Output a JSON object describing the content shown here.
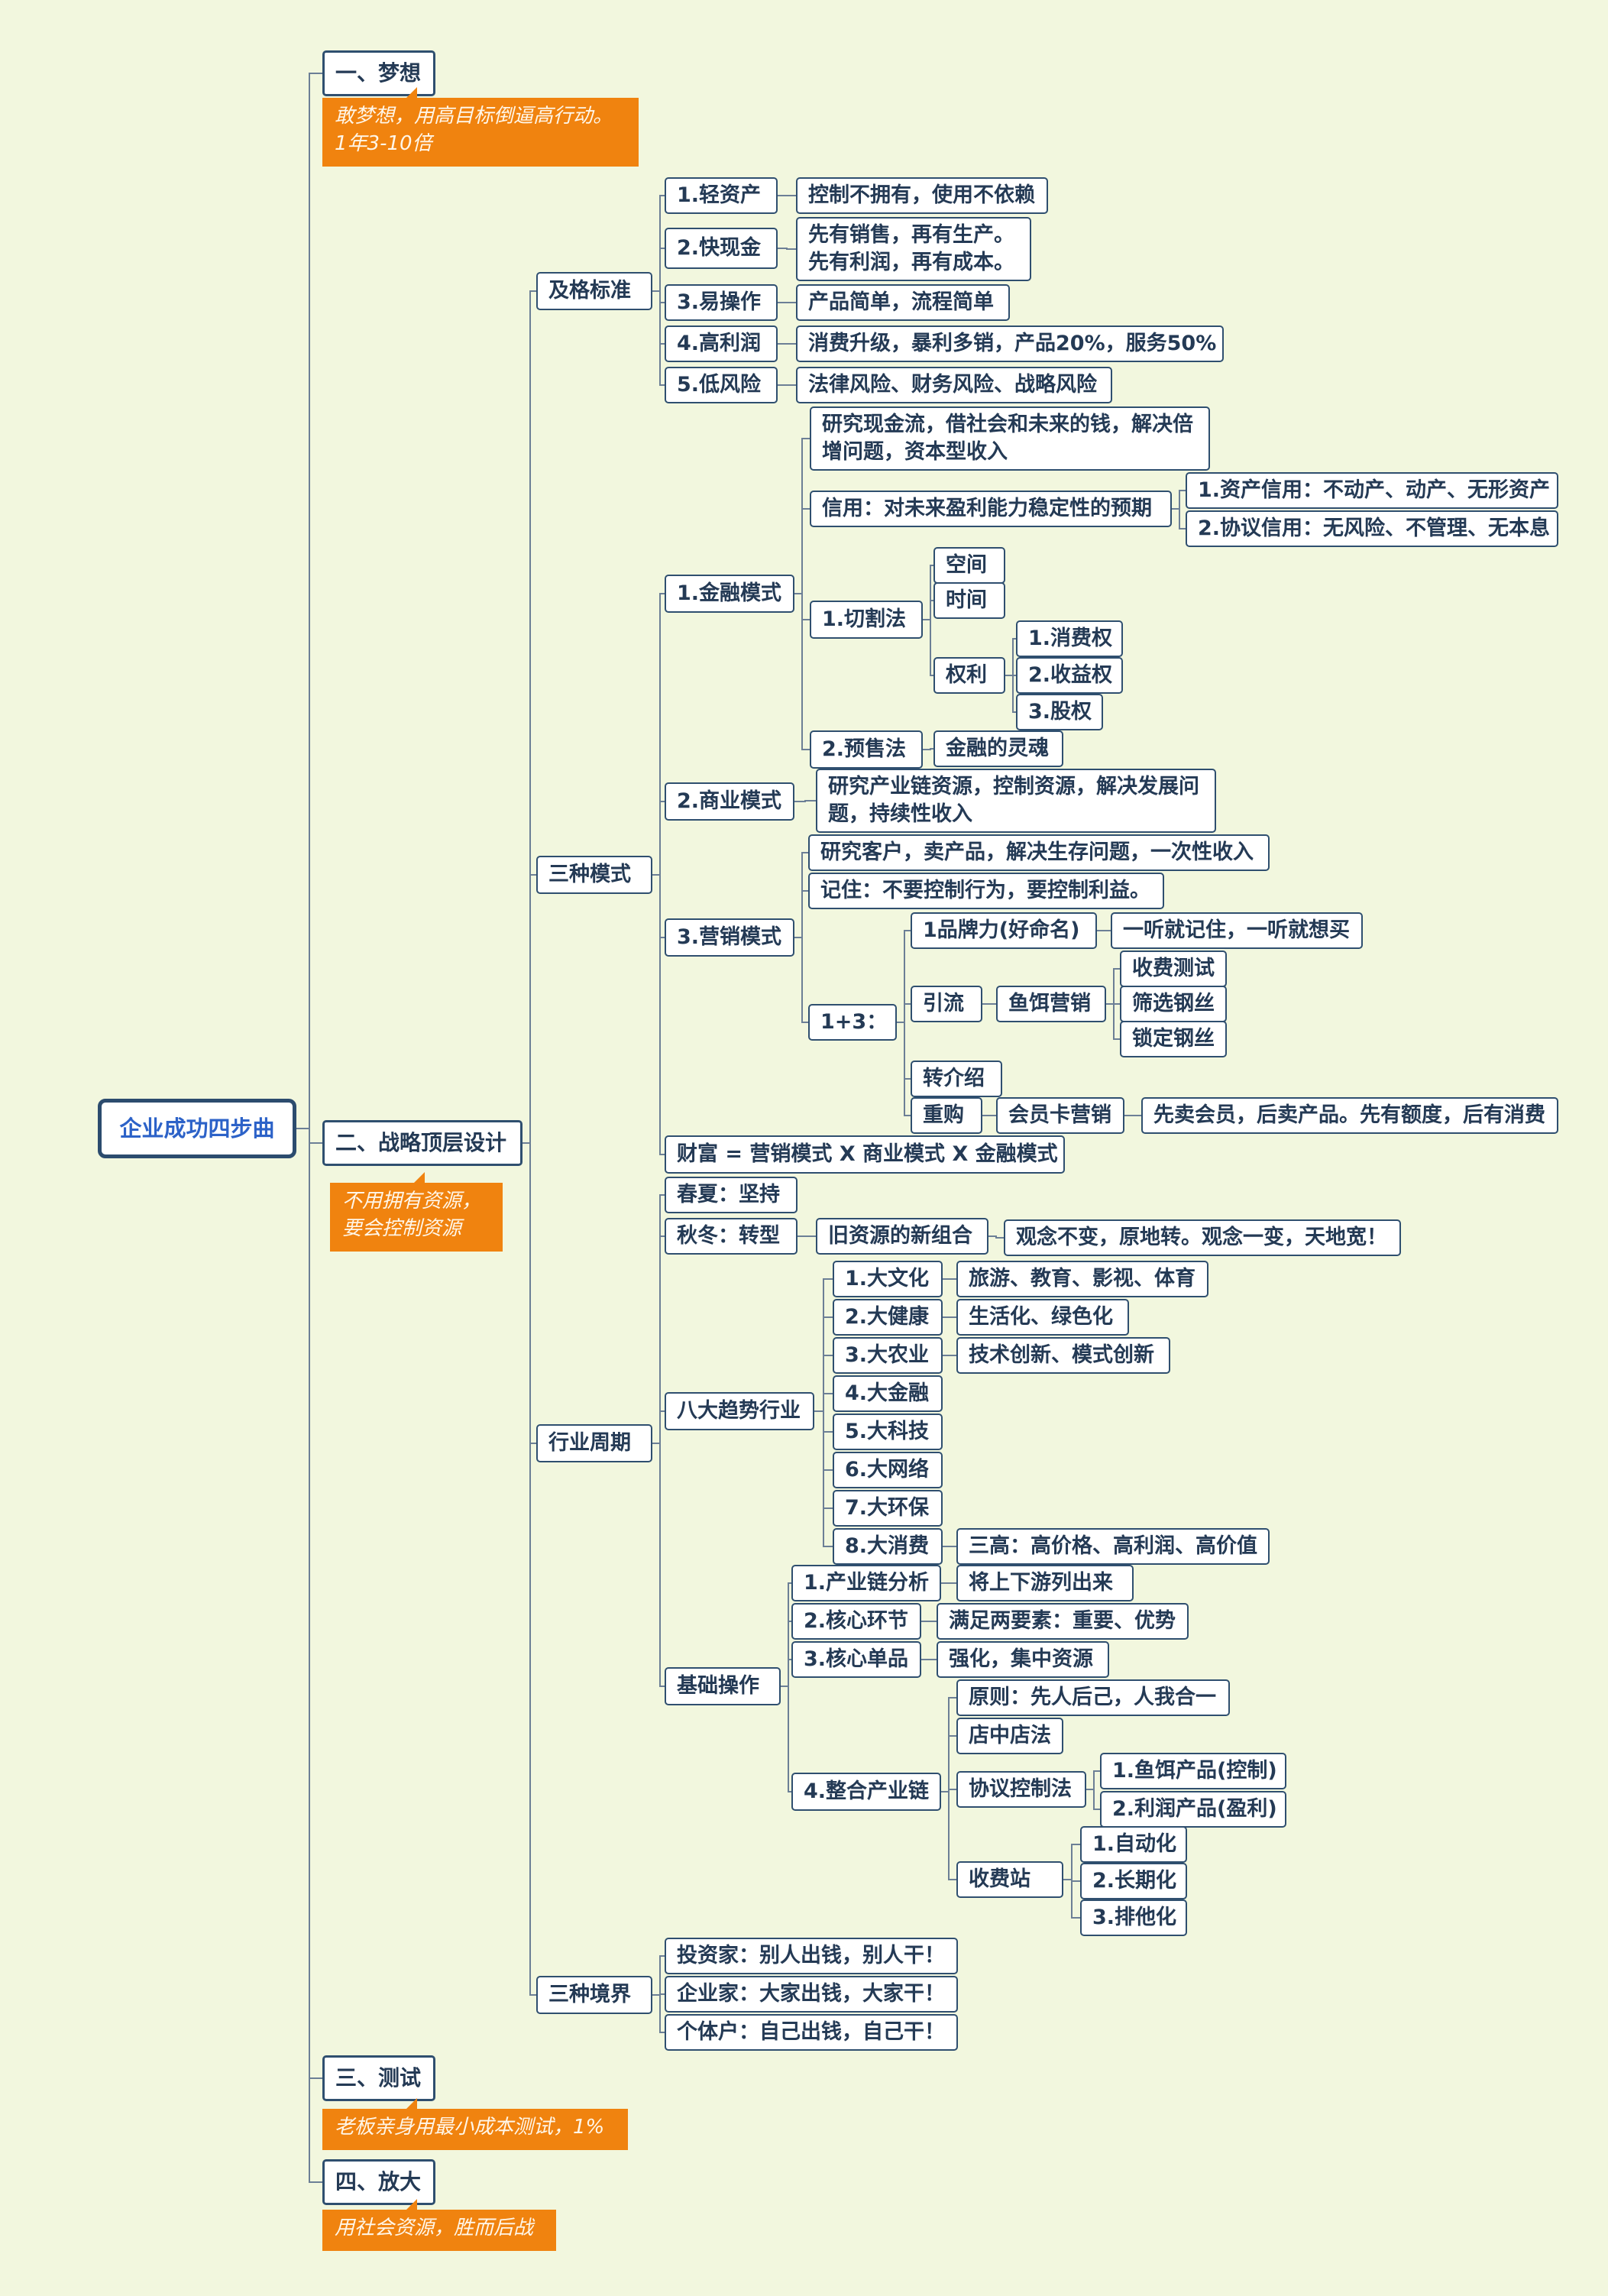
{
  "colors": {
    "background": "#f2f7de",
    "node_border": "#2f4f6f",
    "node_text": "#243a55",
    "root_text": "#2c62c8",
    "note_fill": "#f0830f",
    "line": "#6c7f96"
  },
  "nodes": [
    {
      "id": "root",
      "text": "企业成功四步曲"
    },
    {
      "id": "step1",
      "text": "一、梦想"
    },
    {
      "id": "note1",
      "text": "敢梦想，用高目标倒逼高行动。\n1年3-10倍"
    },
    {
      "id": "step2",
      "text": "二、战略顶层设计"
    },
    {
      "id": "note2",
      "text": "不用拥有资源，\n要会控制资源"
    },
    {
      "id": "step3",
      "text": "三、测试"
    },
    {
      "id": "note3",
      "text": "老板亲身用最小成本测试，1%"
    },
    {
      "id": "step4",
      "text": "四、放大"
    },
    {
      "id": "note4",
      "text": "用社会资源，胜而后战"
    },
    {
      "id": "qualified",
      "text": "及格标准"
    },
    {
      "id": "q1",
      "text": "1.轻资产"
    },
    {
      "id": "q1a",
      "text": "控制不拥有，使用不依赖"
    },
    {
      "id": "q2",
      "text": "2.快现金"
    },
    {
      "id": "q2a",
      "text": "先有销售，再有生产。\n先有利润，再有成本。"
    },
    {
      "id": "q3",
      "text": "3.易操作"
    },
    {
      "id": "q3a",
      "text": "产品简单，流程简单"
    },
    {
      "id": "q4",
      "text": "4.高利润"
    },
    {
      "id": "q4a",
      "text": "消费升级，暴利多销，产品20%，服务50%"
    },
    {
      "id": "q5",
      "text": "5.低风险"
    },
    {
      "id": "q5a",
      "text": "法律风险、财务风险、战略风险"
    },
    {
      "id": "modes",
      "text": "三种模式"
    },
    {
      "id": "fin",
      "text": "1.金融模式"
    },
    {
      "id": "fin_a",
      "text": "研究现金流，借社会和未来的钱，解决倍\n增问题，资本型收入"
    },
    {
      "id": "credit",
      "text": "信用：对未来盈利能力稳定性的预期"
    },
    {
      "id": "credit1",
      "text": "1.资产信用：不动产、动产、无形资产"
    },
    {
      "id": "credit2",
      "text": "2.协议信用：无风险、不管理、无本息"
    },
    {
      "id": "cut",
      "text": "1.切割法"
    },
    {
      "id": "space",
      "text": "空间"
    },
    {
      "id": "time",
      "text": "时间"
    },
    {
      "id": "rights",
      "text": "权利"
    },
    {
      "id": "r1",
      "text": "1.消费权"
    },
    {
      "id": "r2",
      "text": "2.收益权"
    },
    {
      "id": "r3",
      "text": "3.股权"
    },
    {
      "id": "presale",
      "text": "2.预售法"
    },
    {
      "id": "presale_a",
      "text": "金融的灵魂"
    },
    {
      "id": "biz",
      "text": "2.商业模式"
    },
    {
      "id": "biz_a",
      "text": "研究产业链资源，控制资源，解决发展问\n题，持续性收入"
    },
    {
      "id": "mkt",
      "text": "3.营销模式"
    },
    {
      "id": "mkt_a",
      "text": "研究客户，卖产品，解决生存问题，一次性收入"
    },
    {
      "id": "mkt_b",
      "text": "记住：不要控制行为，要控制利益。"
    },
    {
      "id": "one3",
      "text": "1+3："
    },
    {
      "id": "brand",
      "text": "1品牌力(好命名)"
    },
    {
      "id": "brand_a",
      "text": "一听就记住，一听就想买"
    },
    {
      "id": "traffic",
      "text": "引流"
    },
    {
      "id": "bait",
      "text": "鱼饵营销"
    },
    {
      "id": "bait1",
      "text": "收费测试"
    },
    {
      "id": "bait2",
      "text": "筛选钢丝"
    },
    {
      "id": "bait3",
      "text": "锁定钢丝"
    },
    {
      "id": "referral",
      "text": "转介绍"
    },
    {
      "id": "repurchase",
      "text": "重购"
    },
    {
      "id": "member",
      "text": "会员卡营销"
    },
    {
      "id": "member_a",
      "text": "先卖会员，后卖产品。先有额度，后有消费"
    },
    {
      "id": "wealth",
      "text": "财富 = 营销模式 X 商业模式 X 金融模式"
    },
    {
      "id": "cycle",
      "text": "行业周期"
    },
    {
      "id": "spring",
      "text": "春夏：坚持"
    },
    {
      "id": "autumn",
      "text": "秋冬：转型"
    },
    {
      "id": "autumn_a",
      "text": "旧资源的新组合"
    },
    {
      "id": "autumn_b",
      "text": "观念不变，原地转。观念一变，天地宽！"
    },
    {
      "id": "eight",
      "text": "八大趋势行业"
    },
    {
      "id": "e1",
      "text": "1.大文化"
    },
    {
      "id": "e1a",
      "text": "旅游、教育、影视、体育"
    },
    {
      "id": "e2",
      "text": "2.大健康"
    },
    {
      "id": "e2a",
      "text": "生活化、绿色化"
    },
    {
      "id": "e3",
      "text": "3.大农业"
    },
    {
      "id": "e3a",
      "text": "技术创新、模式创新"
    },
    {
      "id": "e4",
      "text": "4.大金融"
    },
    {
      "id": "e5",
      "text": "5.大科技"
    },
    {
      "id": "e6",
      "text": "6.大网络"
    },
    {
      "id": "e7",
      "text": "7.大环保"
    },
    {
      "id": "e8",
      "text": "8.大消费"
    },
    {
      "id": "e8a",
      "text": "三高：高价格、高利润、高价值"
    },
    {
      "id": "basic",
      "text": "基础操作"
    },
    {
      "id": "b1",
      "text": "1.产业链分析"
    },
    {
      "id": "b1a",
      "text": "将上下游列出来"
    },
    {
      "id": "b2",
      "text": "2.核心环节"
    },
    {
      "id": "b2a",
      "text": "满足两要素：重要、优势"
    },
    {
      "id": "b3",
      "text": "3.核心单品"
    },
    {
      "id": "b3a",
      "text": "强化，集中资源"
    },
    {
      "id": "b4",
      "text": "4.整合产业链"
    },
    {
      "id": "b4a",
      "text": "原则：先人后己，人我合一"
    },
    {
      "id": "b4b",
      "text": "店中店法"
    },
    {
      "id": "b4c",
      "text": "协议控制法"
    },
    {
      "id": "b4c1",
      "text": "1.鱼饵产品(控制)"
    },
    {
      "id": "b4c2",
      "text": "2.利润产品(盈利)"
    },
    {
      "id": "b4d",
      "text": "收费站"
    },
    {
      "id": "b4d1",
      "text": "1.自动化"
    },
    {
      "id": "b4d2",
      "text": "2.长期化"
    },
    {
      "id": "b4d3",
      "text": "3.排他化"
    },
    {
      "id": "realms",
      "text": "三种境界"
    },
    {
      "id": "realm1",
      "text": "投资家：别人出钱，别人干！"
    },
    {
      "id": "realm2",
      "text": "企业家：大家出钱，大家干！"
    },
    {
      "id": "realm3",
      "text": "个体户：自己出钱，自己干！"
    }
  ],
  "edges": [
    [
      "root",
      "step1"
    ],
    [
      "root",
      "step2"
    ],
    [
      "root",
      "step3"
    ],
    [
      "root",
      "step4"
    ],
    [
      "step2",
      "qualified"
    ],
    [
      "step2",
      "modes"
    ],
    [
      "step2",
      "cycle"
    ],
    [
      "step2",
      "realms"
    ],
    [
      "qualified",
      "q1"
    ],
    [
      "qualified",
      "q2"
    ],
    [
      "qualified",
      "q3"
    ],
    [
      "qualified",
      "q4"
    ],
    [
      "qualified",
      "q5"
    ],
    [
      "q1",
      "q1a"
    ],
    [
      "q2",
      "q2a"
    ],
    [
      "q3",
      "q3a"
    ],
    [
      "q4",
      "q4a"
    ],
    [
      "q5",
      "q5a"
    ],
    [
      "modes",
      "fin"
    ],
    [
      "modes",
      "biz"
    ],
    [
      "modes",
      "mkt"
    ],
    [
      "modes",
      "wealth"
    ],
    [
      "fin",
      "fin_a"
    ],
    [
      "fin",
      "credit"
    ],
    [
      "fin",
      "cut"
    ],
    [
      "fin",
      "presale"
    ],
    [
      "credit",
      "credit1"
    ],
    [
      "credit",
      "credit2"
    ],
    [
      "cut",
      "space"
    ],
    [
      "cut",
      "time"
    ],
    [
      "cut",
      "rights"
    ],
    [
      "rights",
      "r1"
    ],
    [
      "rights",
      "r2"
    ],
    [
      "rights",
      "r3"
    ],
    [
      "presale",
      "presale_a"
    ],
    [
      "biz",
      "biz_a"
    ],
    [
      "mkt",
      "mkt_a"
    ],
    [
      "mkt",
      "mkt_b"
    ],
    [
      "mkt",
      "one3"
    ],
    [
      "one3",
      "brand"
    ],
    [
      "one3",
      "traffic"
    ],
    [
      "one3",
      "referral"
    ],
    [
      "one3",
      "repurchase"
    ],
    [
      "brand",
      "brand_a"
    ],
    [
      "traffic",
      "bait"
    ],
    [
      "bait",
      "bait1"
    ],
    [
      "bait",
      "bait2"
    ],
    [
      "bait",
      "bait3"
    ],
    [
      "repurchase",
      "member"
    ],
    [
      "member",
      "member_a"
    ],
    [
      "cycle",
      "spring"
    ],
    [
      "cycle",
      "autumn"
    ],
    [
      "cycle",
      "eight"
    ],
    [
      "cycle",
      "basic"
    ],
    [
      "autumn",
      "autumn_a"
    ],
    [
      "autumn_a",
      "autumn_b"
    ],
    [
      "eight",
      "e1"
    ],
    [
      "eight",
      "e2"
    ],
    [
      "eight",
      "e3"
    ],
    [
      "eight",
      "e4"
    ],
    [
      "eight",
      "e5"
    ],
    [
      "eight",
      "e6"
    ],
    [
      "eight",
      "e7"
    ],
    [
      "eight",
      "e8"
    ],
    [
      "e1",
      "e1a"
    ],
    [
      "e2",
      "e2a"
    ],
    [
      "e3",
      "e3a"
    ],
    [
      "e8",
      "e8a"
    ],
    [
      "basic",
      "b1"
    ],
    [
      "basic",
      "b2"
    ],
    [
      "basic",
      "b3"
    ],
    [
      "basic",
      "b4"
    ],
    [
      "b1",
      "b1a"
    ],
    [
      "b2",
      "b2a"
    ],
    [
      "b3",
      "b3a"
    ],
    [
      "b4",
      "b4a"
    ],
    [
      "b4",
      "b4b"
    ],
    [
      "b4",
      "b4c"
    ],
    [
      "b4",
      "b4d"
    ],
    [
      "b4c",
      "b4c1"
    ],
    [
      "b4c",
      "b4c2"
    ],
    [
      "b4d",
      "b4d1"
    ],
    [
      "b4d",
      "b4d2"
    ],
    [
      "b4d",
      "b4d3"
    ],
    [
      "realms",
      "realm1"
    ],
    [
      "realms",
      "realm2"
    ],
    [
      "realms",
      "realm3"
    ]
  ]
}
